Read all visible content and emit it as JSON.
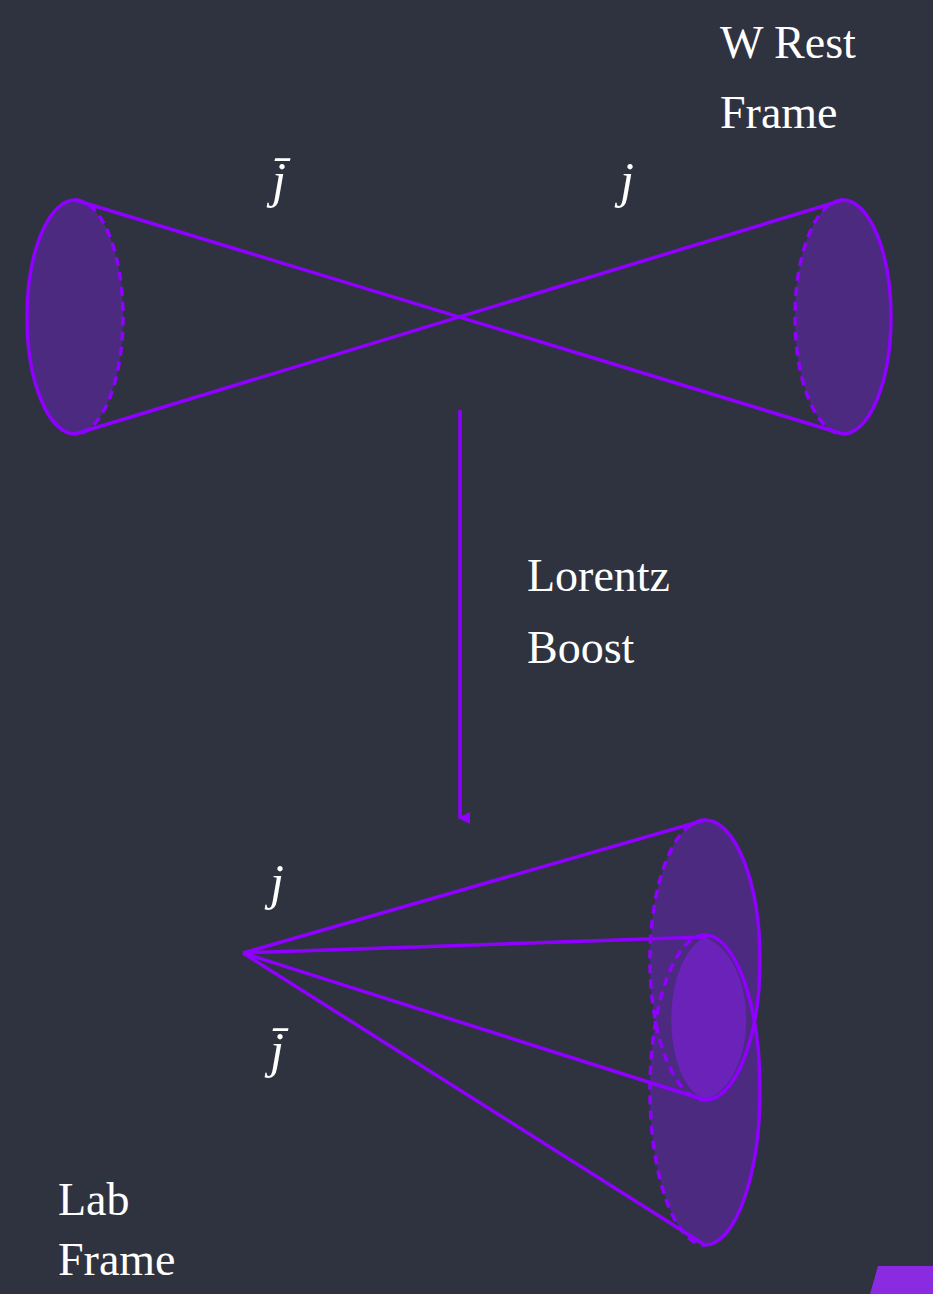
{
  "diagram": {
    "labels": [
      "W Rest Frame",
      "j̄",
      "j",
      "Lorentz Boost",
      "j",
      "j̄",
      "Lab Frame"
    ]
  }
}
